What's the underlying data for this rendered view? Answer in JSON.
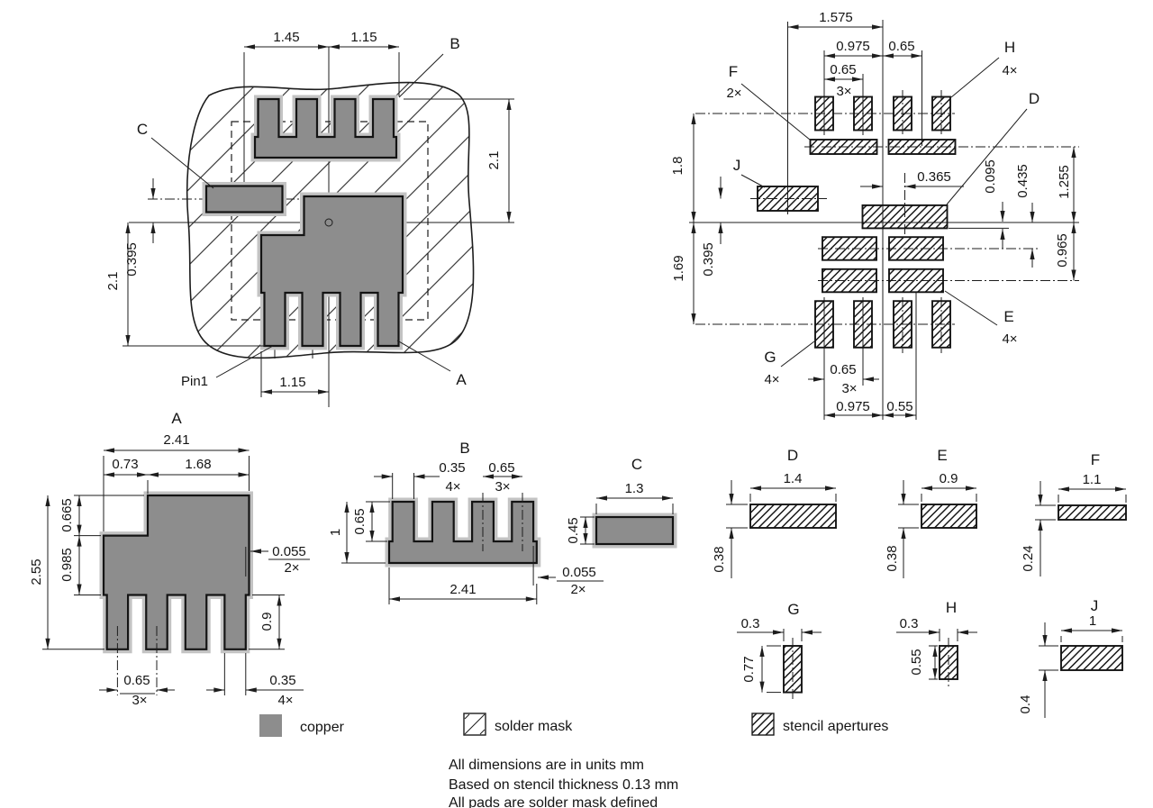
{
  "copper_view": {
    "c145": "1.45",
    "c115t": "1.15",
    "lblB": "B",
    "lblC": "C",
    "c21r": "2.1",
    "c0395": "0.395",
    "c21l": "2.1",
    "pin1": "Pin1",
    "c115b": "1.15",
    "lblA": "A"
  },
  "stencil_view": {
    "s1575": "1.575",
    "s0975t": "0.975",
    "s065f": "0.65",
    "s065p": "0.65",
    "s3xt": "3×",
    "lblF": "F",
    "qF": "2×",
    "lblH": "H",
    "qH": "4×",
    "lblD": "D",
    "lblJ": "J",
    "s0365": "0.365",
    "s0095": "0.095",
    "s0435": "0.435",
    "s1255": "1.255",
    "s0965": "0.965",
    "s18": "1.8",
    "s0395": "0.395",
    "s169": "1.69",
    "lblE": "E",
    "qE": "4×",
    "lblG": "G",
    "qG": "4×",
    "s065b": "0.65",
    "s3xb": "3×",
    "s0975b": "0.975",
    "s055": "0.55"
  },
  "detail_a": {
    "title": "A",
    "w": "2.41",
    "notch_w": "0.73",
    "top_w": "1.68",
    "notch_h": "0.665",
    "mid_h": "0.985",
    "h": "2.55",
    "ledge": "0.055",
    "ledge_q": "2×",
    "leg_h": "0.9",
    "pitch": "0.65",
    "pitch_q": "3×",
    "leg_w": "0.35",
    "leg_q": "4×"
  },
  "detail_b": {
    "title": "B",
    "tooth_w": "0.35",
    "tooth_q": "4×",
    "pitch": "0.65",
    "pitch_q": "3×",
    "tooth_h": "0.65",
    "h": "1",
    "w": "2.41",
    "ledge": "0.055",
    "ledge_q": "2×"
  },
  "detail_c": {
    "title": "C",
    "w": "1.3",
    "h": "0.45"
  },
  "detail_d": {
    "title": "D",
    "w": "1.4",
    "h": "0.38"
  },
  "detail_e": {
    "title": "E",
    "w": "0.9",
    "h": "0.38"
  },
  "detail_f": {
    "title": "F",
    "w": "1.1",
    "h": "0.24"
  },
  "detail_g": {
    "title": "G",
    "w": "0.3",
    "h": "0.77"
  },
  "detail_h": {
    "title": "H",
    "w": "0.3",
    "h": "0.55"
  },
  "detail_j": {
    "title": "J",
    "w": "1",
    "h": "0.4"
  },
  "legend": {
    "copper": "copper",
    "solder_mask": "solder mask",
    "stencil": "stencil apertures"
  },
  "notes": [
    "All dimensions are in units mm",
    "Based on stencil thickness 0.13 mm",
    "All pads are solder mask defined"
  ],
  "colors": {
    "copper": "#8d8d8d",
    "halo": "#c3c3c3",
    "line": "#1d1d1d"
  }
}
